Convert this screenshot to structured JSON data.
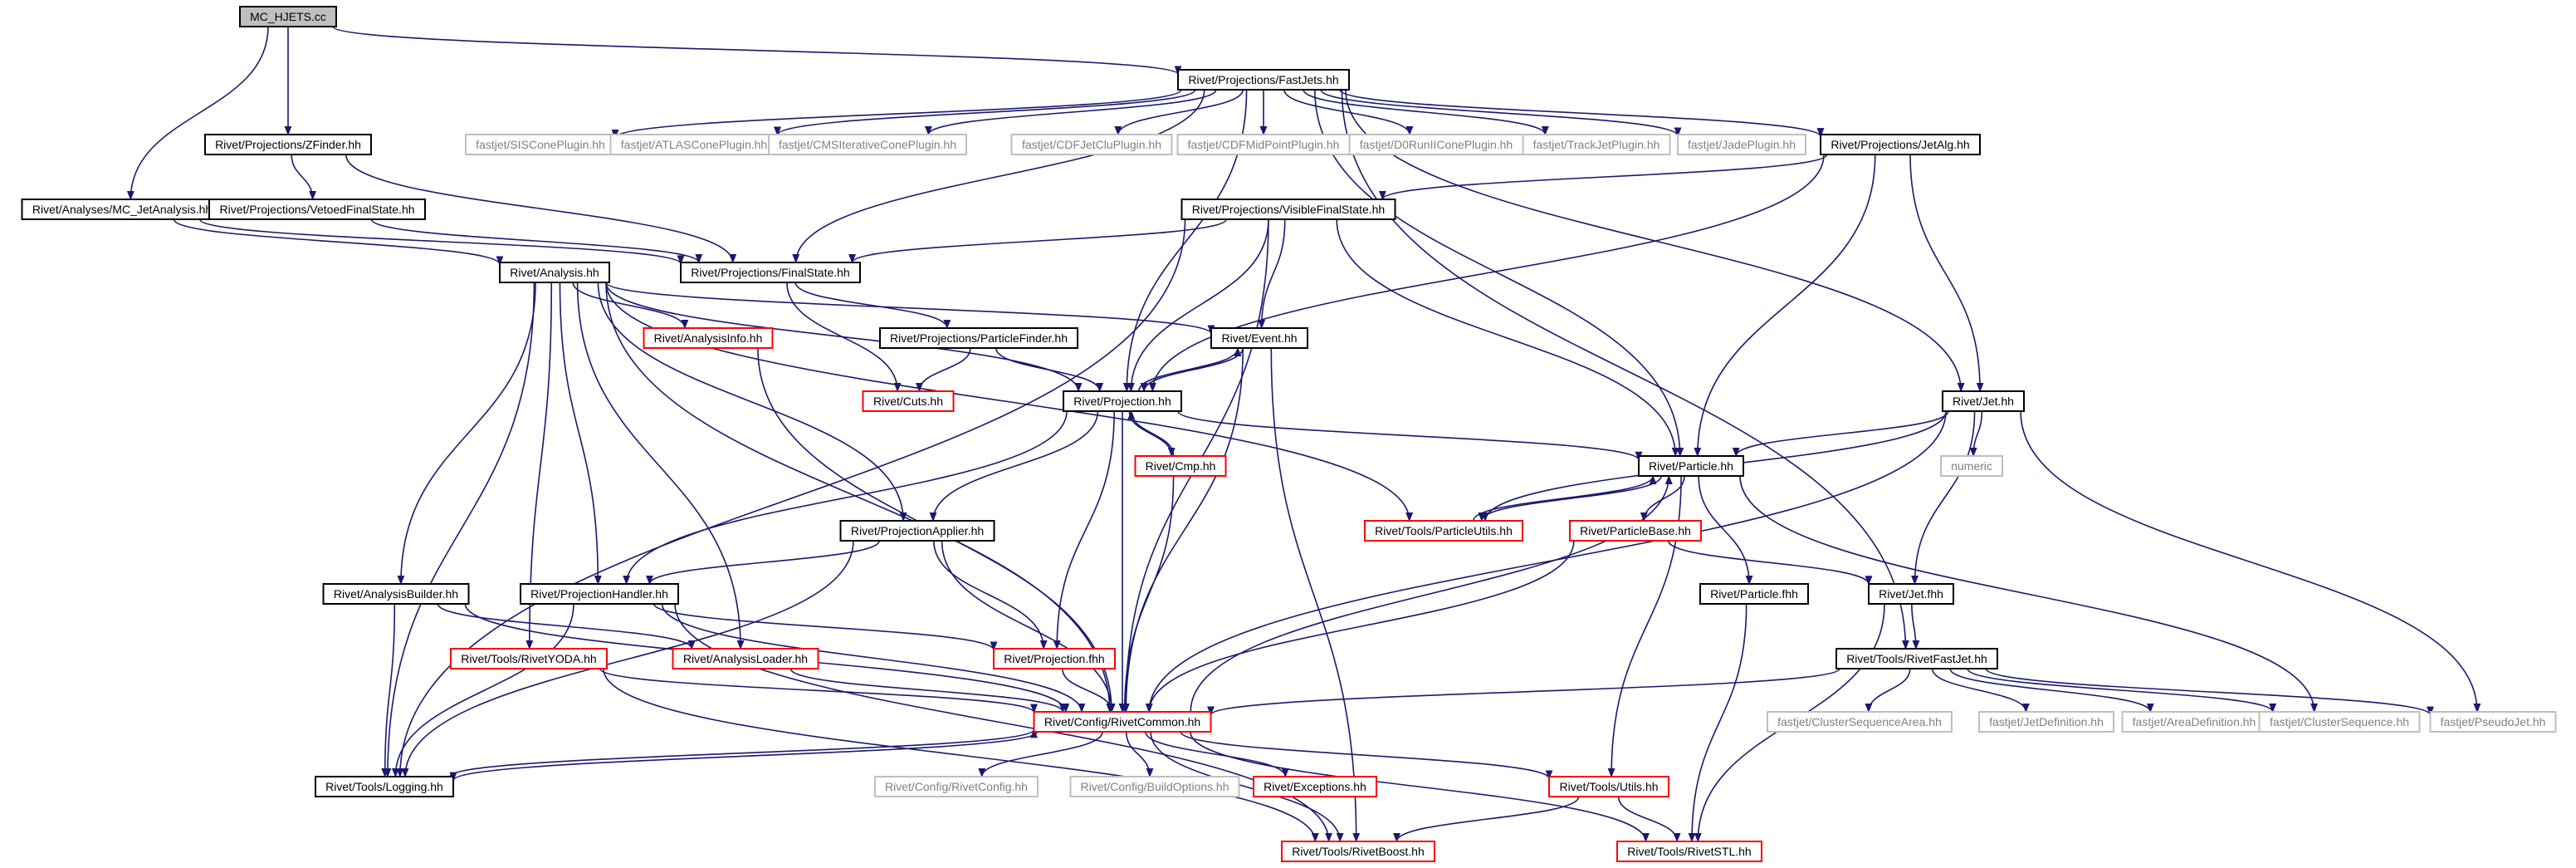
{
  "colors": {
    "edge": "#191970",
    "root_fill": "#bfbfbf",
    "normal_border": "#000000",
    "truncated_border": "#ff0000",
    "external_border": "#bfbfbf",
    "external_text": "#808080",
    "text": "#000000"
  },
  "nodes": [
    {
      "id": "mc_hjets_cc",
      "label": "MC_HJETS.cc",
      "kind": "root"
    },
    {
      "id": "fastjets",
      "label": "Rivet/Projections/FastJets.hh",
      "kind": "normal"
    },
    {
      "id": "zfinder",
      "label": "Rivet/Projections/ZFinder.hh",
      "kind": "normal"
    },
    {
      "id": "mc_jetanalysis",
      "label": "Rivet/Analyses/MC_JetAnalysis.hh",
      "kind": "normal"
    },
    {
      "id": "vetoedfs",
      "label": "Rivet/Projections/VetoedFinalState.hh",
      "kind": "normal"
    },
    {
      "id": "siscone",
      "label": "fastjet/SISConePlugin.hh",
      "kind": "external"
    },
    {
      "id": "atlascone",
      "label": "fastjet/ATLASConePlugin.hh",
      "kind": "external"
    },
    {
      "id": "cmsitcone",
      "label": "fastjet/CMSIterativeConePlugin.hh",
      "kind": "external"
    },
    {
      "id": "cdfjetclu",
      "label": "fastjet/CDFJetCluPlugin.hh",
      "kind": "external"
    },
    {
      "id": "cdfmidpoint",
      "label": "fastjet/CDFMidPointPlugin.hh",
      "kind": "external"
    },
    {
      "id": "d0runii",
      "label": "fastjet/D0RunIIConePlugin.hh",
      "kind": "external"
    },
    {
      "id": "trackjet",
      "label": "fastjet/TrackJetPlugin.hh",
      "kind": "external"
    },
    {
      "id": "jadeplugin",
      "label": "fastjet/JadePlugin.hh",
      "kind": "external"
    },
    {
      "id": "jetalg",
      "label": "Rivet/Projections/JetAlg.hh",
      "kind": "normal"
    },
    {
      "id": "visiblefs",
      "label": "Rivet/Projections/VisibleFinalState.hh",
      "kind": "normal"
    },
    {
      "id": "analysis",
      "label": "Rivet/Analysis.hh",
      "kind": "normal"
    },
    {
      "id": "finalstate",
      "label": "Rivet/Projections/FinalState.hh",
      "kind": "normal"
    },
    {
      "id": "analysisinfo",
      "label": "Rivet/AnalysisInfo.hh",
      "kind": "truncated"
    },
    {
      "id": "particlefinder",
      "label": "Rivet/Projections/ParticleFinder.hh",
      "kind": "normal"
    },
    {
      "id": "event",
      "label": "Rivet/Event.hh",
      "kind": "normal"
    },
    {
      "id": "cuts",
      "label": "Rivet/Cuts.hh",
      "kind": "truncated"
    },
    {
      "id": "projection",
      "label": "Rivet/Projection.hh",
      "kind": "normal"
    },
    {
      "id": "jet",
      "label": "Rivet/Jet.hh",
      "kind": "normal"
    },
    {
      "id": "cmp",
      "label": "Rivet/Cmp.hh",
      "kind": "truncated"
    },
    {
      "id": "numeric",
      "label": "numeric",
      "kind": "external"
    },
    {
      "id": "particle",
      "label": "Rivet/Particle.hh",
      "kind": "normal"
    },
    {
      "id": "projapplier",
      "label": "Rivet/ProjectionApplier.hh",
      "kind": "normal"
    },
    {
      "id": "particleutils",
      "label": "Rivet/Tools/ParticleUtils.hh",
      "kind": "truncated"
    },
    {
      "id": "particlebase",
      "label": "Rivet/ParticleBase.hh",
      "kind": "truncated"
    },
    {
      "id": "analysisbuilder",
      "label": "Rivet/AnalysisBuilder.hh",
      "kind": "normal"
    },
    {
      "id": "projhandler",
      "label": "Rivet/ProjectionHandler.hh",
      "kind": "normal"
    },
    {
      "id": "particlefhh",
      "label": "Rivet/Particle.fhh",
      "kind": "normal"
    },
    {
      "id": "jetfhh",
      "label": "Rivet/Jet.fhh",
      "kind": "normal"
    },
    {
      "id": "rivetyoda",
      "label": "Rivet/Tools/RivetYODA.hh",
      "kind": "truncated"
    },
    {
      "id": "analysisloader",
      "label": "Rivet/AnalysisLoader.hh",
      "kind": "truncated"
    },
    {
      "id": "projectionfhh",
      "label": "Rivet/Projection.fhh",
      "kind": "truncated"
    },
    {
      "id": "rivetfastjet",
      "label": "Rivet/Tools/RivetFastJet.hh",
      "kind": "normal"
    },
    {
      "id": "rivetcommon",
      "label": "Rivet/Config/RivetCommon.hh",
      "kind": "truncated"
    },
    {
      "id": "clusterseqarea",
      "label": "fastjet/ClusterSequenceArea.hh",
      "kind": "external"
    },
    {
      "id": "jetdefinition",
      "label": "fastjet/JetDefinition.hh",
      "kind": "external"
    },
    {
      "id": "areadefinition",
      "label": "fastjet/AreaDefinition.hh",
      "kind": "external"
    },
    {
      "id": "clusterseq",
      "label": "fastjet/ClusterSequence.hh",
      "kind": "external"
    },
    {
      "id": "pseudojet",
      "label": "fastjet/PseudoJet.hh",
      "kind": "external"
    },
    {
      "id": "logging",
      "label": "Rivet/Tools/Logging.hh",
      "kind": "normal"
    },
    {
      "id": "rivetconfig",
      "label": "Rivet/Config/RivetConfig.hh",
      "kind": "external"
    },
    {
      "id": "buildoptions",
      "label": "Rivet/Config/BuildOptions.hh",
      "kind": "external"
    },
    {
      "id": "exceptions",
      "label": "Rivet/Exceptions.hh",
      "kind": "truncated"
    },
    {
      "id": "utils",
      "label": "Rivet/Tools/Utils.hh",
      "kind": "truncated"
    },
    {
      "id": "rivetboost",
      "label": "Rivet/Tools/RivetBoost.hh",
      "kind": "truncated"
    },
    {
      "id": "rivetstl",
      "label": "Rivet/Tools/RivetSTL.hh",
      "kind": "truncated"
    }
  ],
  "edges": [
    [
      "mc_hjets_cc",
      "fastjets"
    ],
    [
      "mc_hjets_cc",
      "zfinder"
    ],
    [
      "mc_hjets_cc",
      "mc_jetanalysis"
    ],
    [
      "fastjets",
      "siscone"
    ],
    [
      "fastjets",
      "atlascone"
    ],
    [
      "fastjets",
      "cmsitcone"
    ],
    [
      "fastjets",
      "cdfjetclu"
    ],
    [
      "fastjets",
      "cdfmidpoint"
    ],
    [
      "fastjets",
      "d0runii"
    ],
    [
      "fastjets",
      "trackjet"
    ],
    [
      "fastjets",
      "jadeplugin"
    ],
    [
      "fastjets",
      "jetalg"
    ],
    [
      "fastjets",
      "jet"
    ],
    [
      "fastjets",
      "particle"
    ],
    [
      "fastjets",
      "rivetfastjet"
    ],
    [
      "fastjets",
      "finalstate"
    ],
    [
      "fastjets",
      "projection"
    ],
    [
      "zfinder",
      "vetoedfs"
    ],
    [
      "zfinder",
      "finalstate"
    ],
    [
      "mc_jetanalysis",
      "analysis"
    ],
    [
      "mc_jetanalysis",
      "finalstate"
    ],
    [
      "vetoedfs",
      "finalstate"
    ],
    [
      "jetalg",
      "visiblefs"
    ],
    [
      "jetalg",
      "jet"
    ],
    [
      "jetalg",
      "particle"
    ],
    [
      "jetalg",
      "projection"
    ],
    [
      "visiblefs",
      "finalstate"
    ],
    [
      "visiblefs",
      "projection"
    ],
    [
      "visiblefs",
      "event"
    ],
    [
      "visiblefs",
      "particle"
    ],
    [
      "visiblefs",
      "rivetcommon"
    ],
    [
      "visiblefs",
      "logging"
    ],
    [
      "analysis",
      "analysisinfo"
    ],
    [
      "analysis",
      "event"
    ],
    [
      "analysis",
      "projection"
    ],
    [
      "analysis",
      "projapplier"
    ],
    [
      "analysis",
      "projhandler"
    ],
    [
      "analysis",
      "analysisbuilder"
    ],
    [
      "analysis",
      "analysisloader"
    ],
    [
      "analysis",
      "rivetyoda"
    ],
    [
      "analysis",
      "particleutils"
    ],
    [
      "analysis",
      "rivetcommon"
    ],
    [
      "analysis",
      "logging"
    ],
    [
      "finalstate",
      "particlefinder"
    ],
    [
      "finalstate",
      "cuts"
    ],
    [
      "particlefinder",
      "projection"
    ],
    [
      "particlefinder",
      "cuts"
    ],
    [
      "analysisinfo",
      "rivetcommon"
    ],
    [
      "event",
      "projection"
    ],
    [
      "event",
      "rivetcommon"
    ],
    [
      "event",
      "rivetboost"
    ],
    [
      "projection",
      "event"
    ],
    [
      "projection",
      "cmp"
    ],
    [
      "projection",
      "particle"
    ],
    [
      "projection",
      "projapplier"
    ],
    [
      "projection",
      "projhandler"
    ],
    [
      "projection",
      "projectionfhh"
    ],
    [
      "projection",
      "rivetcommon"
    ],
    [
      "cmp",
      "projection"
    ],
    [
      "cmp",
      "rivetcommon"
    ],
    [
      "jet",
      "numeric"
    ],
    [
      "jet",
      "particle"
    ],
    [
      "jet",
      "particleutils"
    ],
    [
      "jet",
      "jetfhh"
    ],
    [
      "jet",
      "pseudojet"
    ],
    [
      "jet",
      "rivetcommon"
    ],
    [
      "particle",
      "particleutils"
    ],
    [
      "particle",
      "particlebase"
    ],
    [
      "particle",
      "particlefhh"
    ],
    [
      "particle",
      "utils"
    ],
    [
      "particle",
      "clusterseq"
    ],
    [
      "particleutils",
      "particle"
    ],
    [
      "particlebase",
      "jetfhh"
    ],
    [
      "particlebase",
      "rivetcommon"
    ],
    [
      "projapplier",
      "projhandler"
    ],
    [
      "projapplier",
      "projectionfhh"
    ],
    [
      "projapplier",
      "rivetcommon"
    ],
    [
      "projapplier",
      "logging"
    ],
    [
      "projhandler",
      "projectionfhh"
    ],
    [
      "projhandler",
      "rivetcommon"
    ],
    [
      "projhandler",
      "logging"
    ],
    [
      "projhandler",
      "rivetboost"
    ],
    [
      "analysisbuilder",
      "analysisloader"
    ],
    [
      "analysisbuilder",
      "logging"
    ],
    [
      "analysisbuilder",
      "rivetcommon"
    ],
    [
      "particlefhh",
      "rivetstl"
    ],
    [
      "jetfhh",
      "rivetfastjet"
    ],
    [
      "jetfhh",
      "rivetstl"
    ],
    [
      "rivetyoda",
      "rivetcommon"
    ],
    [
      "rivetyoda",
      "rivetboost"
    ],
    [
      "analysisloader",
      "rivetcommon"
    ],
    [
      "projectionfhh",
      "rivetcommon"
    ],
    [
      "rivetfastjet",
      "clusterseqarea"
    ],
    [
      "rivetfastjet",
      "jetdefinition"
    ],
    [
      "rivetfastjet",
      "areadefinition"
    ],
    [
      "rivetfastjet",
      "clusterseq"
    ],
    [
      "rivetfastjet",
      "pseudojet"
    ],
    [
      "rivetfastjet",
      "rivetcommon"
    ],
    [
      "rivetcommon",
      "logging"
    ],
    [
      "rivetcommon",
      "rivetconfig"
    ],
    [
      "rivetcommon",
      "buildoptions"
    ],
    [
      "rivetcommon",
      "exceptions"
    ],
    [
      "rivetcommon",
      "utils"
    ],
    [
      "rivetcommon",
      "rivetboost"
    ],
    [
      "rivetcommon",
      "rivetstl"
    ],
    [
      "rivetcommon",
      "particle"
    ],
    [
      "logging",
      "rivetcommon"
    ],
    [
      "utils",
      "rivetboost"
    ],
    [
      "utils",
      "rivetstl"
    ]
  ]
}
